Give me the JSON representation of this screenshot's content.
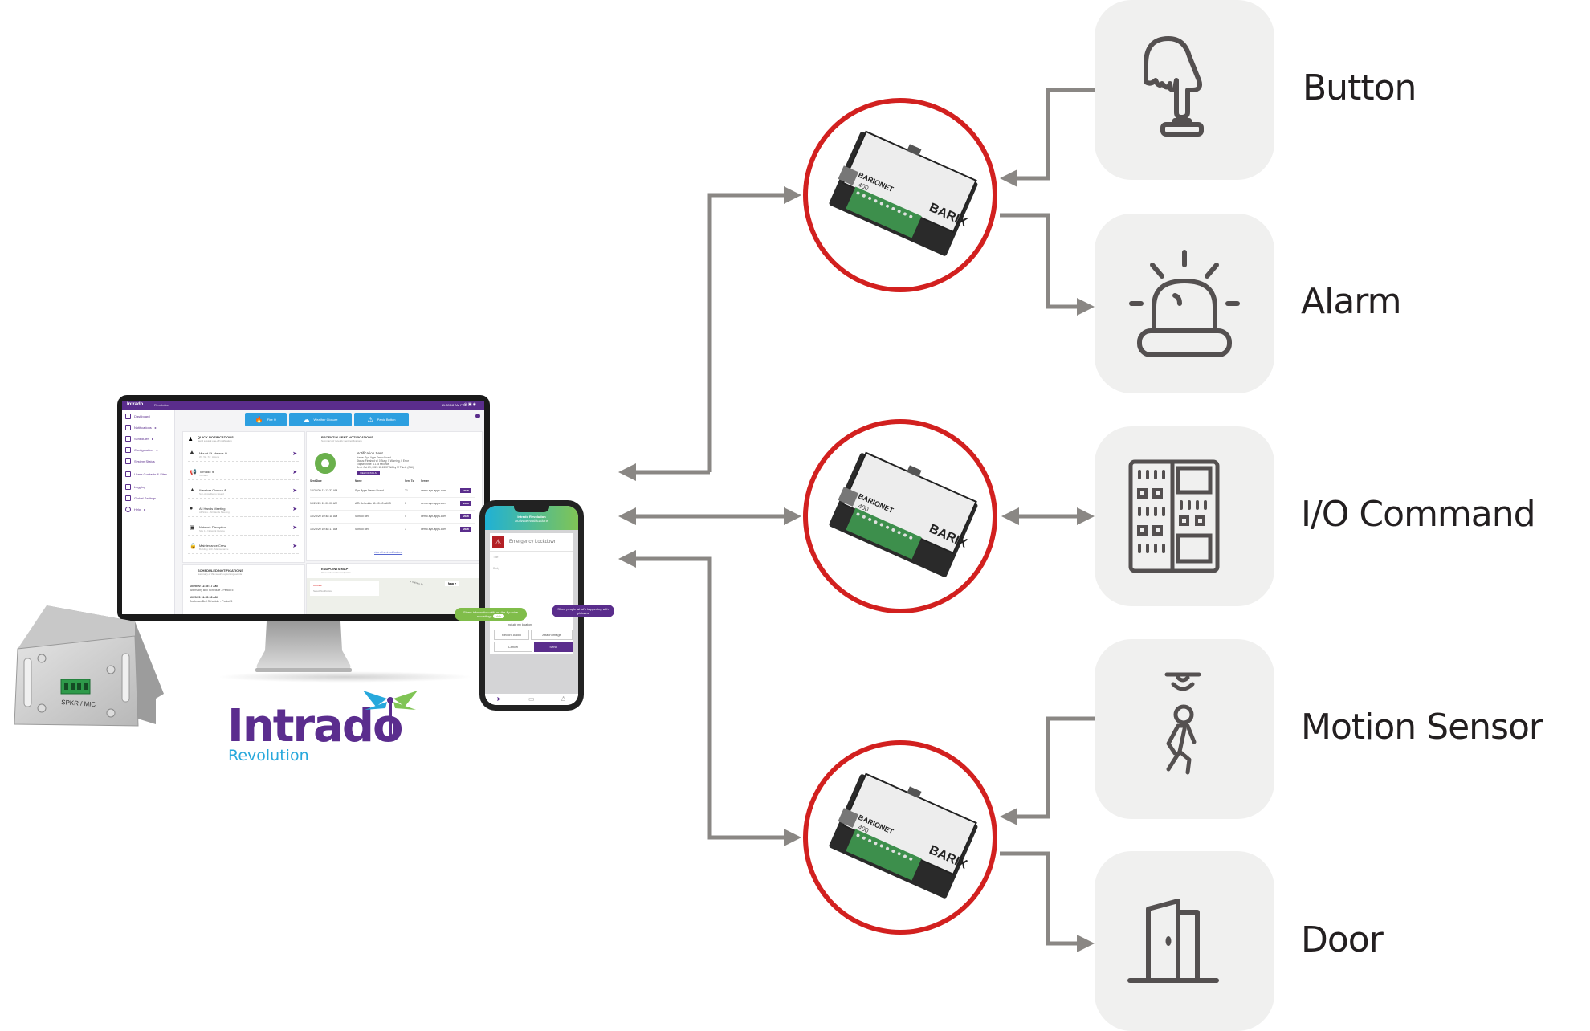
{
  "diagram": {
    "title": "Intrado Revolution and Barix Barionet I/O integration",
    "colors": {
      "connector": "#8a8784",
      "ring": "#d2201f",
      "brand_purple": "#5b2d8e",
      "brand_blue": "#27a8dc",
      "brand_green": "#80c455",
      "icon_tile": "#f0f0ef",
      "icon_stroke": "#545050"
    }
  },
  "logo": {
    "name": "Intrado",
    "product": "Revolution"
  },
  "speaker": {
    "port_label": "SPKR / MIC"
  },
  "monitor": {
    "app_logo": "Intrado",
    "app_product": "Revolution",
    "clock": "11:28:18 AM PST",
    "sidebar": [
      {
        "label": "Dashboard",
        "icon": "dashboard-icon"
      },
      {
        "label": "Notifications",
        "icon": "bell-icon",
        "expand": "▸"
      },
      {
        "label": "Scheduler",
        "icon": "calendar-icon",
        "expand": "▸"
      },
      {
        "label": "Configuration",
        "icon": "config-icon",
        "expand": "▸"
      },
      {
        "label": "System Status",
        "icon": "status-icon"
      },
      {
        "label": "Users Contacts & Sites",
        "icon": "users-icon",
        "expand": "▸"
      },
      {
        "label": "Logging",
        "icon": "log-icon"
      },
      {
        "label": "Global Settings",
        "icon": "gear-icon"
      },
      {
        "label": "Help",
        "icon": "help-icon",
        "expand": "▸"
      }
    ],
    "quick_buttons": [
      {
        "label": "Fire ⊕",
        "icon": "🔥"
      },
      {
        "label": "Weather Closure",
        "icon": "☁"
      },
      {
        "label": "Panic Button",
        "icon": "⚠"
      }
    ],
    "quick_notifications": {
      "title": "QUICK NOTIFICATIONS",
      "subtitle": "Send a quick one-off notification",
      "items": [
        {
          "name": "Mount St. Helens ⊕",
          "sub": "WI, WI, ST. Helens",
          "icon": "⛰"
        },
        {
          "name": "Tornado ⊕",
          "sub": "Tornado",
          "icon": "📢"
        },
        {
          "name": "Weather Closure ⊕",
          "sub": "Syn-Apps Demo Board",
          "icon": "▲"
        },
        {
          "name": "All Hands Meeting",
          "sub": "All Sites - All Hands Meeting",
          "icon": "●"
        },
        {
          "name": "Network Disruption",
          "sub": "Site 1 - Network Outage",
          "icon": "▣"
        },
        {
          "name": "Maintenance Crew",
          "sub": "Building 150 - Maintenance",
          "icon": "🔒"
        }
      ]
    },
    "recent": {
      "title": "RECENTLY SENT NOTIFICATIONS",
      "subtitle": "Summary of recently sent notifications",
      "status_title": "Notification Sent",
      "name_line": "Name: Syn-Apps Demo Board",
      "status_line": "Status: Finished w/ 0 Busy, 0 Warning, 0 Error",
      "elapsed_line": "Elapsed time: 6.178 seconds",
      "sent_line": "Sent: Oct 29, 2020 11:13:37 AM by M Thiele (GUI)",
      "view_details": "VIEW DETAILS",
      "columns": [
        "Sent Date",
        "Name",
        "Sent To",
        "Server"
      ],
      "rows": [
        {
          "date": "10/29/20 11:13:37 AM",
          "name": "Syn-Apps Demo Board",
          "sent_to": "21",
          "server": "demo.syn-apps.com"
        },
        {
          "date": "10/29/20 11:00:00 AM",
          "name": "A/B Schedule 11:00:00 AM-3",
          "sent_to": "0",
          "server": "demo.syn-apps.com"
        },
        {
          "date": "10/29/20 10:48:18 AM",
          "name": "School Bell",
          "sent_to": "4",
          "server": "demo.syn-apps.com"
        },
        {
          "date": "10/29/20 10:48:17 AM",
          "name": "School Bell",
          "sent_to": "3",
          "server": "demo.syn-apps.com"
        }
      ],
      "view_label": "VIEW",
      "view_all": "view all sent notifications"
    },
    "scheduled": {
      "title": "SCHEDULED NOTIFICATIONS",
      "subtitle": "Summary of this week's upcoming events",
      "items": [
        {
          "time": "10/29/20 11:35:17 AM",
          "name": "Abernathy Bell Schedule - Period 5"
        },
        {
          "time": "10/29/20 11:35:18 AM",
          "name": "Duckman Bell Schedule - Period 5"
        }
      ]
    },
    "map": {
      "title": "ENDPOINTS MAP",
      "subtitle": "View and send to endpoints",
      "activate": "Activate",
      "select": "Select Notification",
      "map_btn": "Map ▾",
      "street": "S Salmon St"
    }
  },
  "phone": {
    "app_logo": "Intrado Revolution",
    "header": "Activate Notifications",
    "alert_title": "Emergency Lockdown",
    "title_placeholder": "Title",
    "body_placeholder": "Body",
    "include_location": "Include my location",
    "record_audio": "Record Audio",
    "attach_image": "Attach Image",
    "cancel": "Cancel",
    "send": "Send",
    "bubble_voice": "Share information with on-the-fly voice recordings",
    "bubble_photo": "Show people what's happening with pictures"
  },
  "barix_devices": [
    {
      "brand": "BARIX",
      "model": "BARIONET",
      "model_no": "400"
    },
    {
      "brand": "BARIX",
      "model": "BARIONET",
      "model_no": "400"
    },
    {
      "brand": "BARIX",
      "model": "BARIONET",
      "model_no": "400"
    }
  ],
  "endpoints": [
    {
      "label": "Button",
      "icon": "push-button-icon",
      "connects_to": "barionet-1",
      "direction": "input"
    },
    {
      "label": "Alarm",
      "icon": "alarm-light-icon",
      "connects_to": "barionet-1",
      "direction": "output"
    },
    {
      "label": "I/O Command",
      "icon": "io-panel-icon",
      "connects_to": "barionet-2",
      "direction": "bidirectional"
    },
    {
      "label": "Motion Sensor",
      "icon": "motion-sensor-icon",
      "connects_to": "barionet-3",
      "direction": "input"
    },
    {
      "label": "Door",
      "icon": "door-icon",
      "connects_to": "barionet-3",
      "direction": "output"
    }
  ]
}
